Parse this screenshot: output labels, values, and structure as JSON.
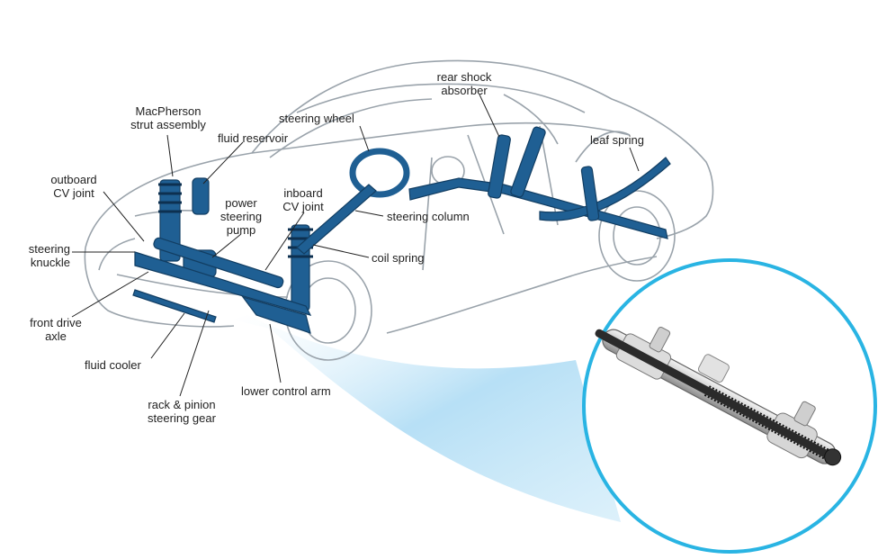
{
  "colors": {
    "part_fill": "#1f5f93",
    "part_dark": "#123e63",
    "car_line": "#9aa3ab",
    "leader": "#222222",
    "callout_ring": "#29b4e3",
    "beam": "#7cc6ee"
  },
  "labels": {
    "macpherson": [
      "MacPherson",
      "strut assembly"
    ],
    "fluid_reservoir": "fluid reservoir",
    "outboard_cv": [
      "outboard",
      "CV joint"
    ],
    "power_steering_pump": [
      "power",
      "steering",
      "pump"
    ],
    "inboard_cv": [
      "inboard",
      "CV joint"
    ],
    "steering_wheel": "steering wheel",
    "rear_shock": [
      "rear shock",
      "absorber"
    ],
    "leaf_spring": "leaf spring",
    "steering_column": "steering column",
    "coil_spring": "coil spring",
    "steering_knuckle": [
      "steering",
      "knuckle"
    ],
    "front_drive_axle": [
      "front drive",
      "axle"
    ],
    "fluid_cooler": "fluid cooler",
    "rack_pinion": [
      "rack & pinion",
      "steering gear"
    ],
    "lower_control_arm": "lower control arm"
  }
}
